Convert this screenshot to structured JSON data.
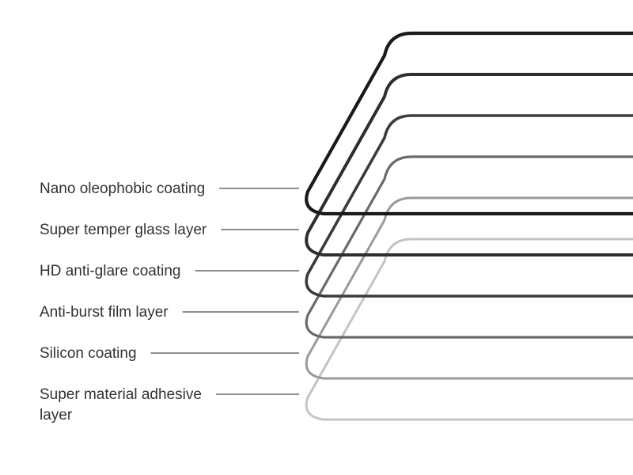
{
  "layers": [
    {
      "label_lines": [
        "Nano oleophobic coating"
      ],
      "color": "#1a1a1a",
      "stroke_width": 4.2
    },
    {
      "label_lines": [
        "Super temper glass layer"
      ],
      "color": "#2e2e2e",
      "stroke_width": 4.0
    },
    {
      "label_lines": [
        "HD anti-glare coating"
      ],
      "color": "#3c3c3c",
      "stroke_width": 3.6
    },
    {
      "label_lines": [
        "Anti-burst film layer"
      ],
      "color": "#6a6a6a",
      "stroke_width": 3.2
    },
    {
      "label_lines": [
        "Silicon coating"
      ],
      "color": "#9a9a9a",
      "stroke_width": 3.0
    },
    {
      "label_lines": [
        "Super material adhesive",
        "layer"
      ],
      "color": "#c4c4c4",
      "stroke_width": 3.0
    }
  ]
}
